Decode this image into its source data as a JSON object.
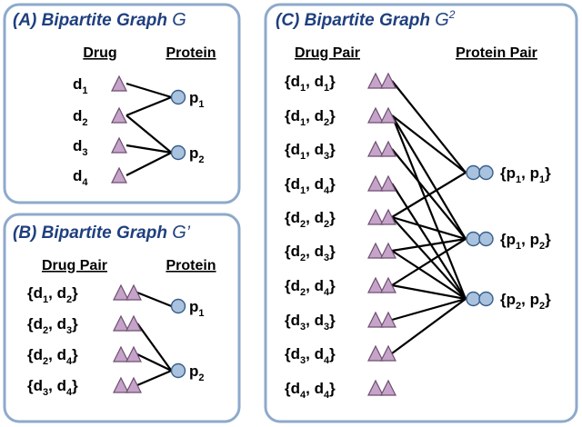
{
  "panels": [
    {
      "id": "A",
      "title": "(A) Bipartite Graph ",
      "graph_symbol": "G",
      "graph_mark": "",
      "left_header": "Drug",
      "right_header": "Protein",
      "left_nodes": [
        [
          "d",
          "1"
        ],
        [
          "d",
          "2"
        ],
        [
          "d",
          "3"
        ],
        [
          "d",
          "4"
        ]
      ],
      "right_nodes": [
        [
          "p",
          "1"
        ],
        [
          "p",
          "2"
        ]
      ],
      "edges": [
        [
          0,
          0
        ],
        [
          1,
          0
        ],
        [
          1,
          1
        ],
        [
          2,
          1
        ],
        [
          3,
          1
        ]
      ]
    },
    {
      "id": "B",
      "title": "(B) Bipartite Graph ",
      "graph_symbol": "G",
      "graph_mark": "’",
      "left_header": "Drug Pair",
      "right_header": "Protein",
      "left_nodes": [
        [
          "{d",
          "1",
          ", d",
          "2",
          "}"
        ],
        [
          "{d",
          "2",
          ", d",
          "3",
          "}"
        ],
        [
          "{d",
          "2",
          ", d",
          "4",
          "}"
        ],
        [
          "{d",
          "3",
          ", d",
          "4",
          "}"
        ]
      ],
      "right_nodes": [
        [
          "p",
          "1"
        ],
        [
          "p",
          "2"
        ]
      ],
      "edges": [
        [
          0,
          0
        ],
        [
          1,
          1
        ],
        [
          2,
          1
        ],
        [
          3,
          1
        ]
      ]
    },
    {
      "id": "C",
      "title": "(C) Bipartite Graph ",
      "graph_symbol": "G",
      "graph_mark": "2",
      "left_header": "Drug Pair",
      "right_header": "Protein Pair",
      "left_nodes": [
        [
          "{d",
          "1",
          ", d",
          "1",
          "}"
        ],
        [
          "{d",
          "1",
          ", d",
          "2",
          "}"
        ],
        [
          "{d",
          "1",
          ", d",
          "3",
          "}"
        ],
        [
          "{d",
          "1",
          ", d",
          "4",
          "}"
        ],
        [
          "{d",
          "2",
          ", d",
          "2",
          "}"
        ],
        [
          "{d",
          "2",
          ", d",
          "3",
          "}"
        ],
        [
          "{d",
          "2",
          ", d",
          "4",
          "}"
        ],
        [
          "{d",
          "3",
          ", d",
          "3",
          "}"
        ],
        [
          "{d",
          "3",
          ", d",
          "4",
          "}"
        ],
        [
          "{d",
          "4",
          ", d",
          "4",
          "}"
        ]
      ],
      "right_nodes": [
        [
          "{p",
          "1",
          ", p",
          "1",
          "}"
        ],
        [
          "{p",
          "1",
          ", p",
          "2",
          "}"
        ],
        [
          "{p",
          "2",
          ", p",
          "2",
          "}"
        ]
      ],
      "edges": [
        [
          0,
          0
        ],
        [
          1,
          0
        ],
        [
          1,
          1
        ],
        [
          1,
          2
        ],
        [
          2,
          1
        ],
        [
          3,
          2
        ],
        [
          4,
          0
        ],
        [
          4,
          1
        ],
        [
          4,
          2
        ],
        [
          5,
          1
        ],
        [
          5,
          2
        ],
        [
          6,
          1
        ],
        [
          6,
          2
        ],
        [
          7,
          2
        ],
        [
          8,
          2
        ]
      ]
    }
  ],
  "colors": {
    "panel_border": "#8eaacb",
    "title": "#1f3f7f",
    "drug_triangle": "#c6a3c9",
    "protein_circle": "#a9c3df"
  }
}
